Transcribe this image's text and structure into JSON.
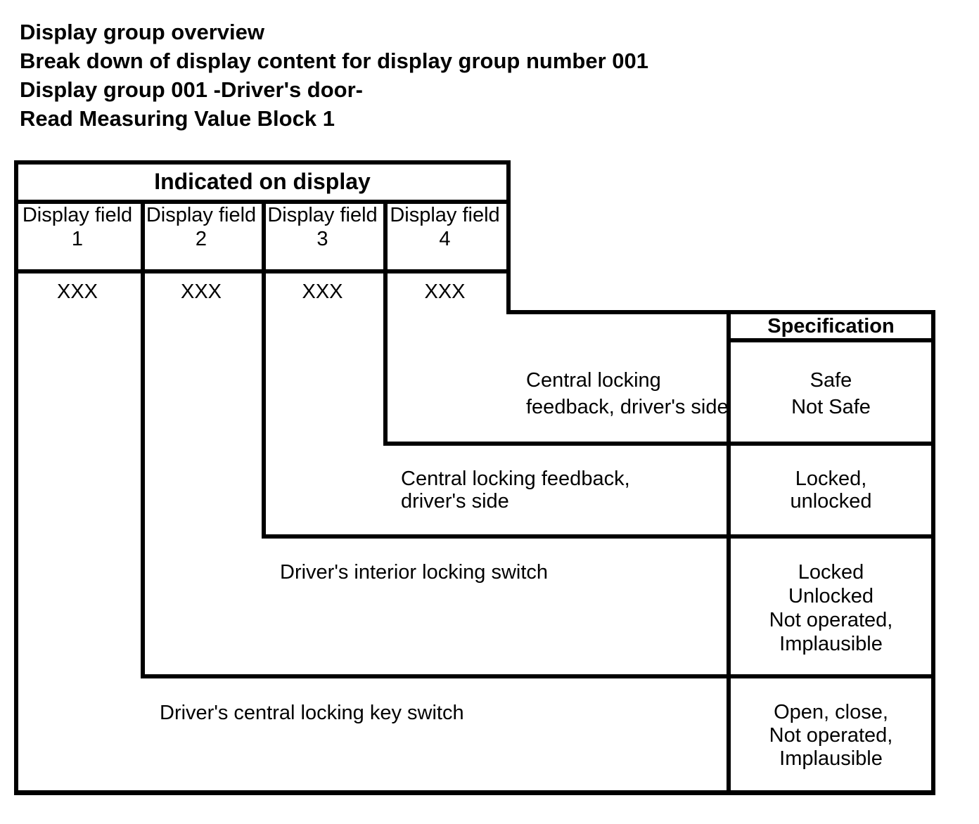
{
  "colors": {
    "background": "#ffffff",
    "ink": "#000000"
  },
  "header": {
    "lines": [
      "Display group overview",
      "Break down of display content for display group number 001",
      "Display group 001 -Driver's door-",
      "Read Measuring Value Block 1"
    ]
  },
  "table": {
    "indicated_header": "Indicated on display",
    "specification_header": "Specification",
    "display_fields": [
      {
        "label": "Display field",
        "number": "1",
        "value": "XXX"
      },
      {
        "label": "Display field",
        "number": "2",
        "value": "XXX"
      },
      {
        "label": "Display field",
        "number": "3",
        "value": "XXX"
      },
      {
        "label": "Display field",
        "number": "4",
        "value": "XXX"
      }
    ],
    "rows": [
      {
        "field": "4",
        "description": [
          "Central locking",
          "feedback, driver's side"
        ],
        "specification": [
          "Safe",
          "Not Safe"
        ]
      },
      {
        "field": "3",
        "description": [
          "Central locking feedback,",
          "driver's side"
        ],
        "specification": [
          "Locked,",
          "unlocked"
        ]
      },
      {
        "field": "2",
        "description": [
          "Driver's interior locking switch"
        ],
        "specification": [
          "Locked",
          "Unlocked",
          "Not operated,",
          "Implausible"
        ]
      },
      {
        "field": "1",
        "description": [
          "Driver's central locking key switch"
        ],
        "specification": [
          "Open, close,",
          "Not operated,",
          "Implausible"
        ]
      }
    ]
  }
}
